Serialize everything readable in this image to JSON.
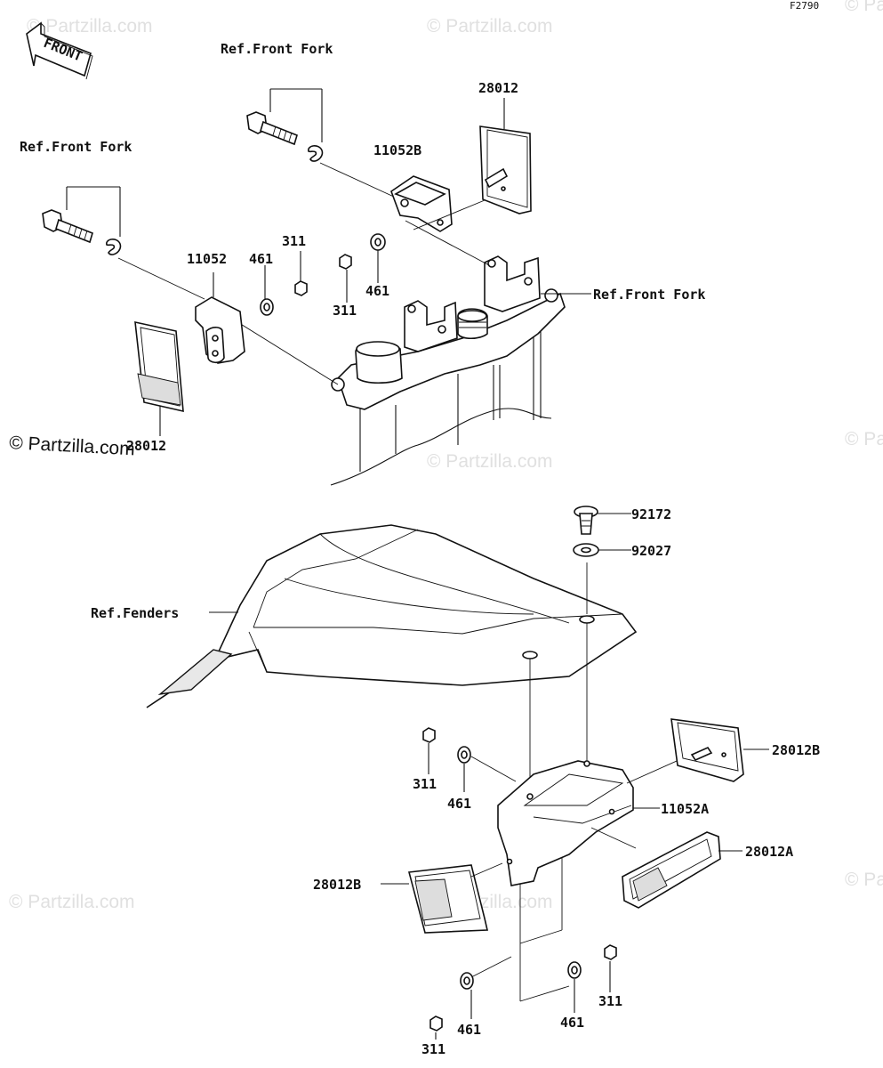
{
  "figure_code": "F2790",
  "watermark": "© Partzilla.com",
  "copyright_text": "© Partzilla.com",
  "front_arrow_label": "FRONT",
  "labels": {
    "ref_front_fork_top": "Ref.Front Fork",
    "ref_front_fork_left": "Ref.Front Fork",
    "ref_front_fork_right": "Ref.Front Fork",
    "ref_fenders": "Ref.Fenders",
    "p28012_top": "28012",
    "p11052b": "11052B",
    "p11052": "11052",
    "p461_a": "461",
    "p311_a": "311",
    "p311_b": "311",
    "p461_b": "461",
    "p28012_left": "28012",
    "p92172": "92172",
    "p92027": "92027",
    "p28012b_right": "28012B",
    "p11052a": "11052A",
    "p28012a": "28012A",
    "p28012b_left": "28012B",
    "p311_c": "311",
    "p461_c": "461",
    "p461_d": "461",
    "p461_e": "461",
    "p311_d": "311",
    "p311_e": "311"
  }
}
